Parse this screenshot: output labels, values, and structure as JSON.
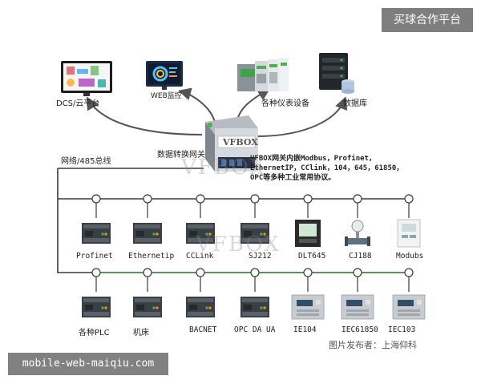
{
  "badges": {
    "top": "买球合作平台",
    "bottom": "mobile-web-maiqiu.com"
  },
  "credit": "图片发布者：上海仰科",
  "watermark": "VFBOX",
  "top_devices": {
    "dcs": "DCS/云平台",
    "web": "WEB监控",
    "meters": "各种仪表设备",
    "database": "数据库"
  },
  "gateway": {
    "title": "数据转换网关",
    "brand": "VFBOX"
  },
  "bus_label": "网络/485总线",
  "description": [
    "VFBOX网关内嵌Modbus，Profinet，",
    "EthernetIP，CClink，104，645，61850，",
    "OPC等多种工业常用协议。"
  ],
  "row1": [
    "Profinet",
    "Ethernetip",
    "CCLink",
    "SJ212",
    "DLT645",
    "CJ188",
    "Modubs"
  ],
  "row2": [
    "各种PLC",
    "机床",
    "BACNET",
    "OPC DA UA",
    "IE104",
    "IEC61850",
    "IEC103"
  ],
  "colors": {
    "bus_line": "#3a3a3a",
    "green_line": "#3c9a3c",
    "arrow": "#555555",
    "plc_dark": "#3a3f46",
    "relay_gray": "#c8ccd0"
  }
}
